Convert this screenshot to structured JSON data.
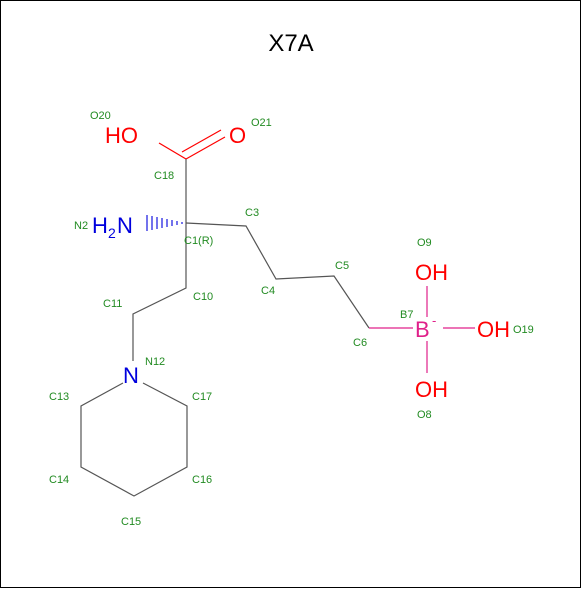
{
  "title": "X7A",
  "colors": {
    "carbon_bond": "#555555",
    "oxygen": "#ff0000",
    "nitrogen": "#0000dd",
    "boron": "#e0208a",
    "atom_label": "#228b22"
  },
  "atoms": {
    "ho_text": "HO",
    "o_dbl_text": "O",
    "nh2_n": "N",
    "nh2_h": "H",
    "nh2_sub": "2",
    "n_ring": "N",
    "b_text": "B",
    "b_charge": "-",
    "oh_top": "OH",
    "oh_right": "OH",
    "oh_bottom": "OH"
  },
  "atom_labels": {
    "O20": "O20",
    "O21": "O21",
    "C18": "C18",
    "N2": "N2",
    "C1": "C1(R)",
    "C3": "C3",
    "C4": "C4",
    "C5": "C5",
    "C6": "C6",
    "B7": "B7",
    "O9": "O9",
    "O19": "O19",
    "O8": "O8",
    "C10": "C10",
    "C11": "C11",
    "N12": "N12",
    "C13": "C13",
    "C17": "C17",
    "C14": "C14",
    "C16": "C16",
    "C15": "C15"
  }
}
